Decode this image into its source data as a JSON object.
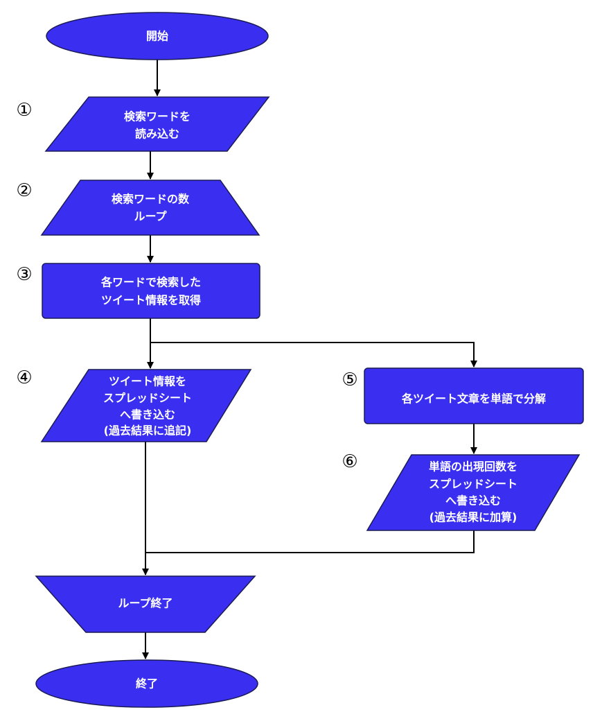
{
  "colors": {
    "shape_fill": "#3a2ff0",
    "shape_stroke": "#1a1a55",
    "text": "#ffffff",
    "line": "#000000"
  },
  "nodes": {
    "start": {
      "shape": "terminator",
      "lines": [
        "開始"
      ]
    },
    "read_words": {
      "number": "①",
      "shape": "data",
      "lines": [
        "検索ワードを",
        "読み込む"
      ]
    },
    "loop_begin": {
      "number": "②",
      "shape": "loop-limit-start",
      "lines": [
        "検索ワードの数",
        "ループ"
      ]
    },
    "fetch_tweets": {
      "number": "③",
      "shape": "process",
      "lines": [
        "各ワードで検索した",
        "ツイート情報を取得"
      ]
    },
    "write_tweets": {
      "number": "④",
      "shape": "data",
      "lines": [
        "ツイート情報を",
        "スプレッドシート",
        "へ書き込む",
        "(過去結果に追記)"
      ]
    },
    "split_words": {
      "number": "⑤",
      "shape": "process",
      "lines": [
        "各ツイート文章を単語で分解"
      ]
    },
    "write_counts": {
      "number": "⑥",
      "shape": "data",
      "lines": [
        "単語の出現回数を",
        "スプレッドシート",
        "へ書き込む",
        "(過去結果に加算)"
      ]
    },
    "loop_end": {
      "shape": "loop-limit-end",
      "lines": [
        "ループ終了"
      ]
    },
    "end": {
      "shape": "terminator",
      "lines": [
        "終了"
      ]
    }
  }
}
